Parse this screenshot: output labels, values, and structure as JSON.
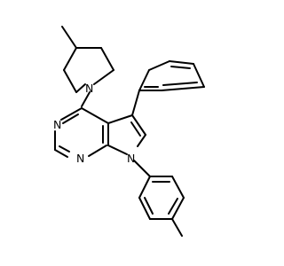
{
  "structure": {
    "atoms": {
      "n_piperidine": "N",
      "n_pyrimidine_upper": "N",
      "n_pyrimidine_lower": "N",
      "n_pyrrole": "N"
    }
  },
  "colors": {
    "bond": "#000000",
    "label": "#000000",
    "background": "#ffffff"
  }
}
